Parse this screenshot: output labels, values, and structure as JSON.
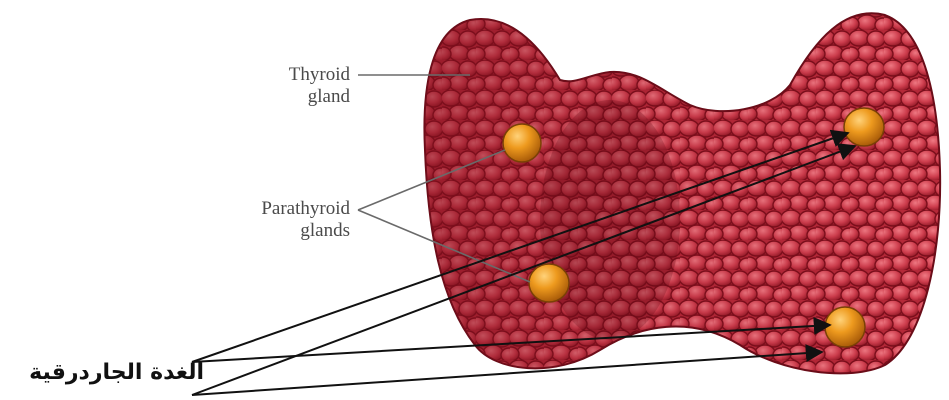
{
  "labels": {
    "thyroid_line1": "Thyroid",
    "thyroid_line2": "gland",
    "parathyroid_line1": "Parathyroid",
    "parathyroid_line2": "glands",
    "arabic": "الغدة الجاردرقية"
  },
  "colors": {
    "gland_dark": "#7d0f1d",
    "gland_mid": "#b8293a",
    "gland_light": "#e0606c",
    "parathyroid": "#e8901a",
    "label_text": "#4a4a4a",
    "leader_line": "#6a6a6a",
    "arrow": "#111111"
  },
  "icons": {
    "thyroid": "thyroid-gland-illustration",
    "parathyroid": "parathyroid-gland-nodule"
  }
}
